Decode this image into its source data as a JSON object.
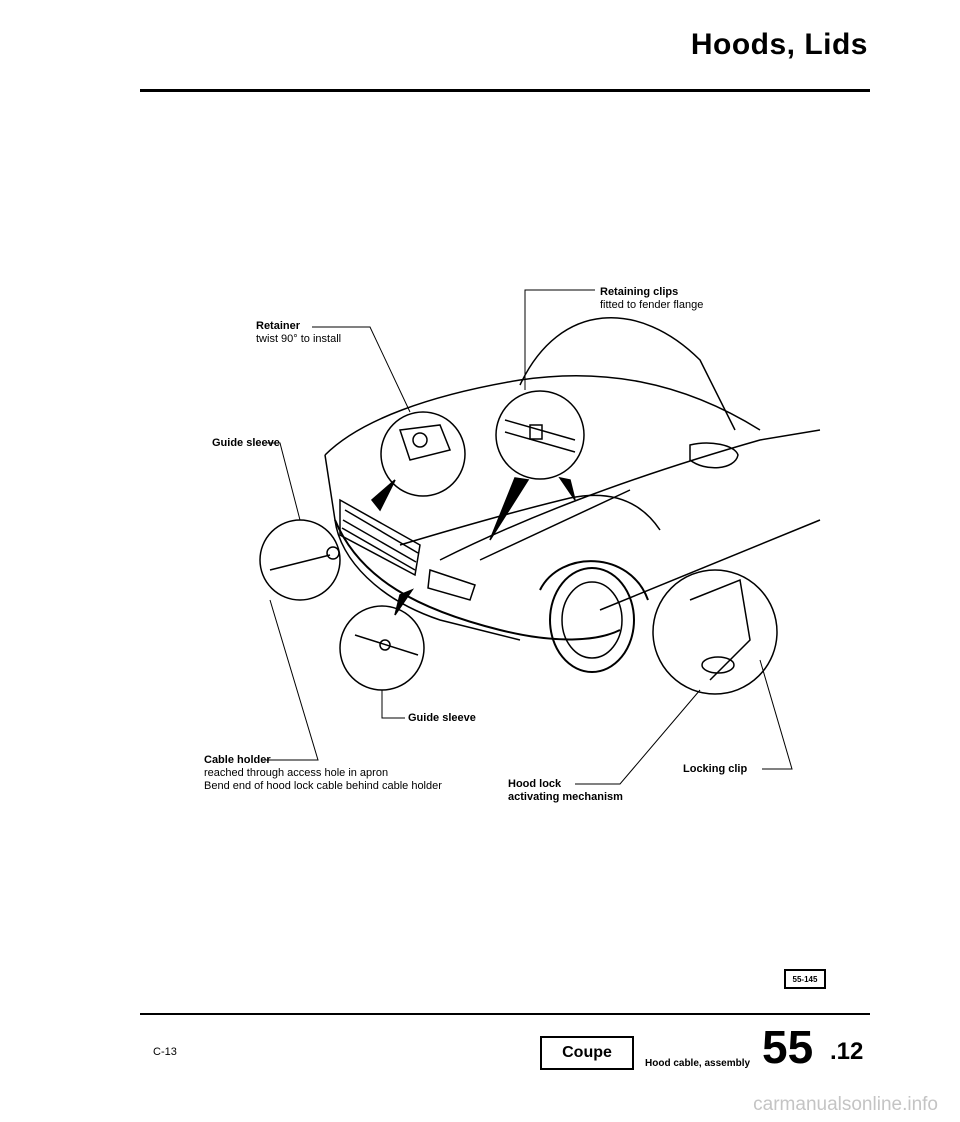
{
  "header": {
    "title": "Hoods, Lids"
  },
  "callouts": {
    "retainer": {
      "name": "Retainer",
      "note": "twist 90° to install"
    },
    "retaining_clips": {
      "name": "Retaining clips",
      "note": "fitted to fender flange"
    },
    "guide_sleeve_left": {
      "name": "Guide sleeve"
    },
    "guide_sleeve_bottom": {
      "name": "Guide sleeve"
    },
    "cable_holder": {
      "name": "Cable holder",
      "note1": "reached through access hole in apron",
      "note2": "Bend end of hood lock cable behind cable holder"
    },
    "hood_lock": {
      "name": "Hood lock",
      "note": "activating mechanism"
    },
    "locking_clip": {
      "name": "Locking clip"
    }
  },
  "figure_code": "55-145",
  "footer": {
    "page_ref": "C-13",
    "model": "Coupe",
    "section_title": "Hood cable, assembly",
    "page_main": "55",
    "page_sub": ".12"
  },
  "watermark": "carmanualsonline.info"
}
